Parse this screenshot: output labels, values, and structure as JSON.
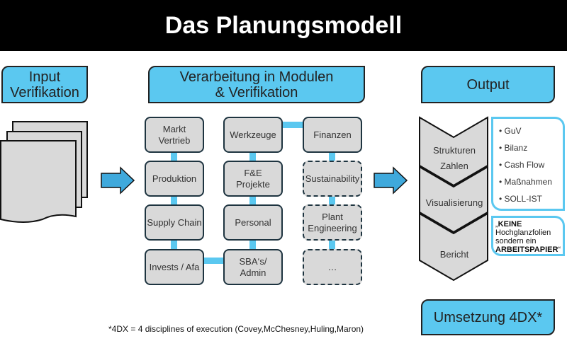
{
  "title": "Das Planungsmodell",
  "headers": {
    "input": [
      "Input",
      "Verifikation"
    ],
    "process": [
      "Verarbeitung in Modulen",
      "& Verifikation"
    ],
    "output": "Output",
    "implementation": "Umsetzung 4DX*"
  },
  "modules": [
    {
      "id": "markt",
      "lines": [
        "Markt",
        "Vertrieb"
      ],
      "dashed": false
    },
    {
      "id": "produktion",
      "lines": [
        "Produktion"
      ],
      "dashed": false
    },
    {
      "id": "supply-chain",
      "lines": [
        "Supply Chain"
      ],
      "dashed": false
    },
    {
      "id": "invests",
      "lines": [
        "Invests / Afa"
      ],
      "dashed": false
    },
    {
      "id": "werkzeuge",
      "lines": [
        "Werkzeuge"
      ],
      "dashed": false
    },
    {
      "id": "fe-projekte",
      "lines": [
        "F&E",
        "Projekte"
      ],
      "dashed": false
    },
    {
      "id": "personal",
      "lines": [
        "Personal"
      ],
      "dashed": false
    },
    {
      "id": "sba-admin",
      "lines": [
        "SBA‘s/",
        "Admin"
      ],
      "dashed": false
    },
    {
      "id": "finanzen",
      "lines": [
        "Finanzen"
      ],
      "dashed": false
    },
    {
      "id": "sustainability",
      "lines": [
        "Sustainability"
      ],
      "dashed": true
    },
    {
      "id": "plant-engineering",
      "lines": [
        "Plant",
        "Engineering"
      ],
      "dashed": true
    },
    {
      "id": "more",
      "lines": [
        "…"
      ],
      "dashed": true
    }
  ],
  "output_steps": [
    [
      "Strukturen",
      "Zahlen"
    ],
    [
      "Visualisierung"
    ],
    [
      "Bericht"
    ]
  ],
  "output_items": [
    "GuV",
    "Bilanz",
    "Cash Flow",
    "Maßnahmen",
    "SOLL-IST"
  ],
  "note": {
    "open": "„",
    "bold1": "KEINE",
    "text": "Hochglanzfolien sondern ein",
    "bold2": "ARBEITSPAPIER",
    "close": "“"
  },
  "footnote": "*4DX = 4 disciplines of execution (Covey,McChesney,Huling,Maron)",
  "colors": {
    "accent": "#5bc8f0",
    "box": "#d9d9d9",
    "border": "#1e3440"
  }
}
